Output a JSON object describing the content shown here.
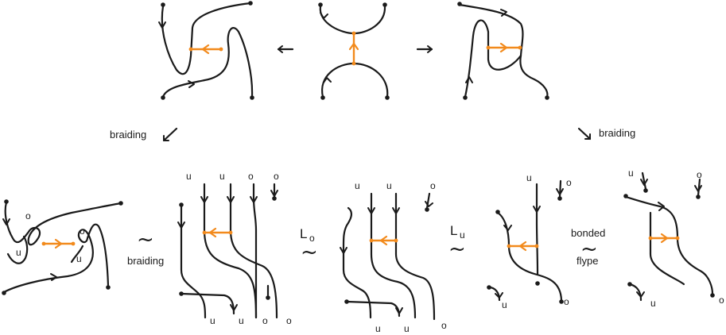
{
  "labels": {
    "braiding": "braiding",
    "bonded": "bonded",
    "flype": "flype",
    "tilde": "~",
    "L": "L",
    "o": "o",
    "u": "u"
  },
  "colors": {
    "bond": "#f28a1c",
    "strand": "#1a1a1a"
  }
}
